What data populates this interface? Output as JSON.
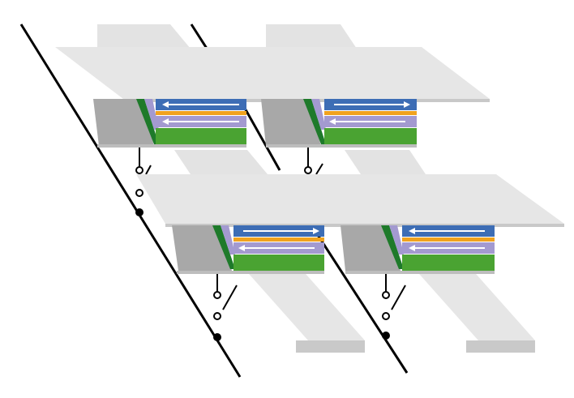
{
  "diagram": {
    "colors": {
      "background": "#ffffff",
      "plate_top": "#e6e6e6",
      "plate_edge": "#c8c8c8",
      "strip_top": "#e3e3e3",
      "strip_side": "#c9c9c9",
      "wire": "#000000",
      "node_fill": "#ffffff",
      "layer_blue": "#3d6db5",
      "layer_orange": "#f0a21e",
      "layer_lavender": "#a39ad0",
      "layer_green": "#4aa332",
      "layer_dark_green": "#1e7a2a",
      "layer_shadow": "#a8a8a8",
      "arrow": "#ffffff"
    },
    "cells": [
      {
        "id": "cell-top-left",
        "arrows": [
          "left",
          "left"
        ]
      },
      {
        "id": "cell-top-right",
        "arrows": [
          "right",
          "left"
        ]
      },
      {
        "id": "cell-bottom-left",
        "arrows": [
          "right",
          "left"
        ]
      },
      {
        "id": "cell-bottom-right",
        "arrows": [
          "left",
          "left"
        ]
      }
    ]
  }
}
